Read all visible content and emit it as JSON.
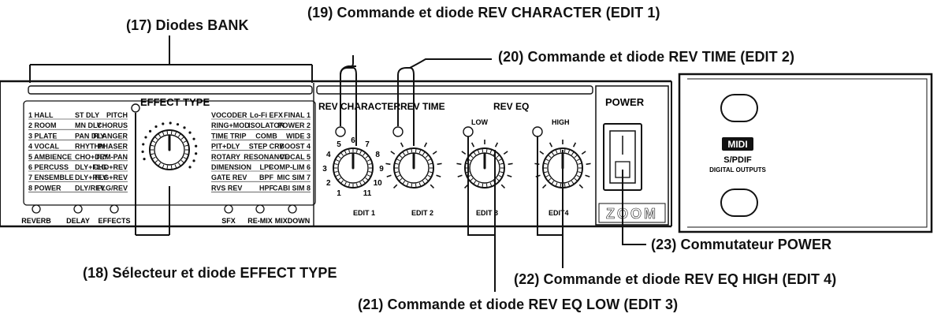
{
  "callouts": {
    "c17": "(17) Diodes BANK",
    "c18": "(18) Sélecteur et diode EFFECT TYPE",
    "c19": "(19) Commande et diode REV CHARACTER (EDIT 1)",
    "c20": "(20) Commande et diode REV TIME (EDIT 2)",
    "c21": "(21) Commande et diode REV EQ LOW (EDIT 3)",
    "c22": "(22) Commande et diode REV EQ HIGH (EDIT 4)",
    "c23": "(23) Commutateur POWER"
  },
  "panel": {
    "effect_type_title": "EFFECT TYPE",
    "col1": [
      "1 HALL",
      "2 ROOM",
      "3 PLATE",
      "4 VOCAL",
      "5 AMBIENCE",
      "6 PERCUSS",
      "7 ENSEMBLE",
      "8 POWER"
    ],
    "col2": [
      "ST DLY",
      "MN DLY",
      "PAN DLY",
      "RHYTHM",
      "CHO+DLY",
      "DLY+FLG",
      "DLY+REV",
      "DLY/REV"
    ],
    "col3": [
      "PITCH",
      "CHORUS",
      "FLANGER",
      "PHASER",
      "TRM-PAN",
      "CHO+REV",
      "FLG+REV",
      "FLG/REV"
    ],
    "col4": [
      "VOCODER",
      "RING+MOD",
      "TIME TRIP",
      "PIT+DLY",
      "ROTARY",
      "DIMENSION",
      "GATE REV",
      "RVS REV"
    ],
    "col5": [
      "Lo-Fi EFX",
      "ISOLATOR",
      "COMB",
      "STEP CRY",
      "RESONANCE",
      "LPF",
      "BPF",
      "HPF"
    ],
    "col6": [
      "FINAL 1",
      "POWER 2",
      "WIDE 3",
      "BOOST 4",
      "VOCAL 5",
      "COMP-LIM 6",
      "MIC SIM 7",
      "CABI SIM 8"
    ],
    "bank_left": [
      "REVERB",
      "DELAY",
      "EFFECTS"
    ],
    "bank_right": [
      "SFX",
      "RE-MIX",
      "MIXDOWN"
    ],
    "rev_character": "REV CHARACTER",
    "rev_time": "REV TIME",
    "rev_eq": "REV EQ",
    "low": "LOW",
    "high": "HIGH",
    "edit1": "EDIT 1",
    "edit2": "EDIT 2",
    "edit3": "EDIT 3",
    "edit4": "EDIT4",
    "scale_nums": [
      "1",
      "2",
      "3",
      "4",
      "5",
      "6",
      "7",
      "8",
      "9",
      "10",
      "11"
    ],
    "power": "POWER",
    "brand": "ZOOM",
    "midi": "MIDI",
    "spdif": "S/PDIF",
    "digital_outputs": "DIGITAL OUTPUTS"
  }
}
